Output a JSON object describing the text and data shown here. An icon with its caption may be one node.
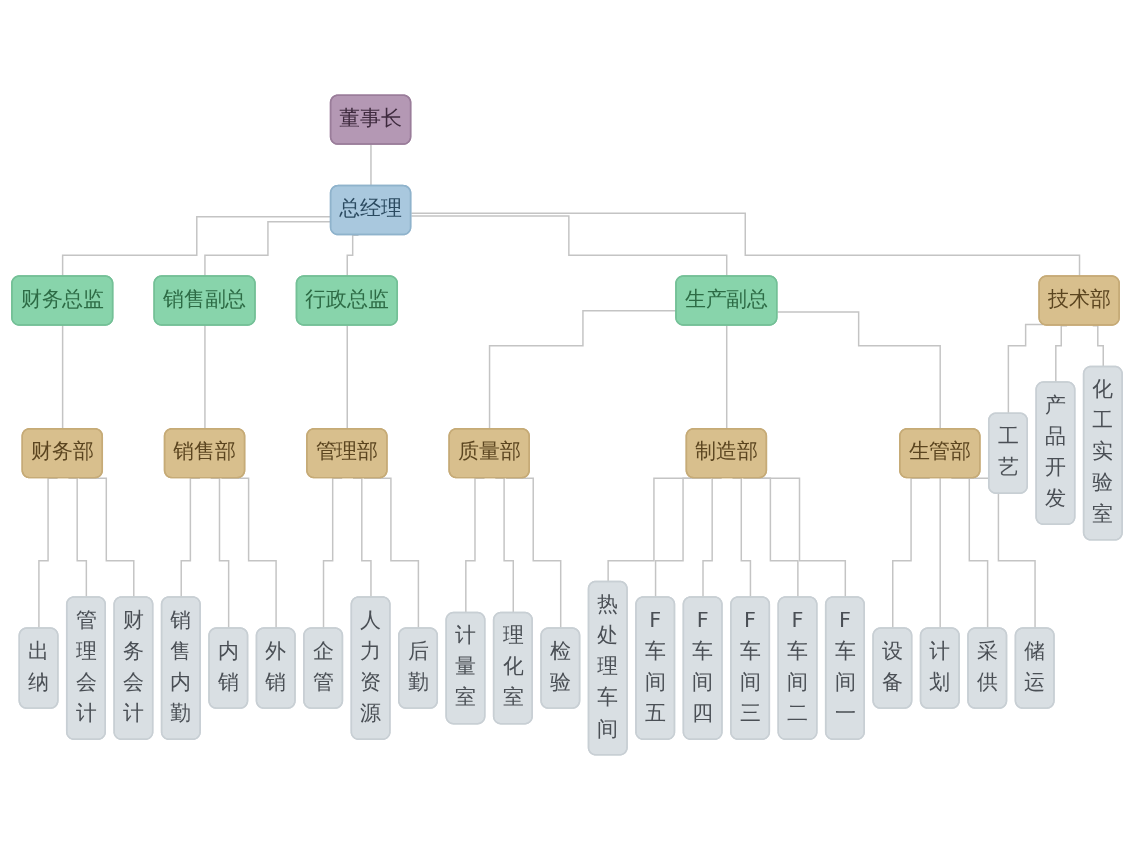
{
  "diagram": {
    "nodes": [
      {
        "text": [
          "董事长"
        ]
      },
      {
        "text": [
          "总经理"
        ]
      },
      {
        "text": [
          "财务总监"
        ]
      },
      {
        "text": [
          "销售副总"
        ]
      },
      {
        "text": [
          "行政总监"
        ]
      },
      {
        "text": [
          "生产副总"
        ]
      },
      {
        "text": [
          "财务部"
        ]
      },
      {
        "text": [
          "销售部"
        ]
      },
      {
        "text": [
          "管理部"
        ]
      },
      {
        "text": [
          "技术部"
        ]
      },
      {
        "text": [
          "质量部"
        ]
      },
      {
        "text": [
          "制造部"
        ]
      },
      {
        "text": [
          "生管部"
        ]
      },
      {
        "text": [
          "出纳"
        ]
      },
      {
        "text": [
          "管理会计"
        ]
      },
      {
        "text": [
          "财务会计"
        ]
      },
      {
        "text": [
          "销售内勤"
        ]
      },
      {
        "text": [
          "内销"
        ]
      },
      {
        "text": [
          "外销"
        ]
      },
      {
        "text": [
          "企管"
        ]
      },
      {
        "text": [
          "人力资源"
        ]
      },
      {
        "text": [
          "后勤"
        ]
      },
      {
        "text": [
          "工艺"
        ]
      },
      {
        "text": [
          "产品开发"
        ]
      },
      {
        "text": [
          "化工实验室"
        ]
      },
      {
        "text": [
          "计量室"
        ]
      },
      {
        "text": [
          "理化室"
        ]
      },
      {
        "text": [
          "检验"
        ]
      },
      {
        "text": [
          "热处理车间"
        ]
      },
      {
        "text": [
          "F车间五"
        ]
      },
      {
        "text": [
          "F车间四"
        ]
      },
      {
        "text": [
          "F车间三"
        ]
      },
      {
        "text": [
          "F车间二"
        ]
      },
      {
        "text": [
          "F车间一"
        ]
      },
      {
        "text": [
          "设备"
        ]
      },
      {
        "text": [
          "计划"
        ]
      },
      {
        "text": [
          "采供"
        ]
      },
      {
        "text": [
          "储运"
        ]
      }
    ],
    "edges": [
      {
        "from": 0,
        "to": 1,
        "arrow": "none"
      },
      {
        "from": 1,
        "to": 2,
        "arrow": "none"
      },
      {
        "from": 1,
        "to": 3,
        "arrow": "none"
      },
      {
        "from": 1,
        "to": 4,
        "arrow": "none"
      },
      {
        "from": 1,
        "to": 9,
        "arrow": "none"
      },
      {
        "from": 1,
        "to": 5,
        "arrow": "none"
      },
      {
        "from": 2,
        "to": 6,
        "arrow": "none"
      },
      {
        "from": 3,
        "to": 7,
        "arrow": "none"
      },
      {
        "from": 4,
        "to": 8,
        "arrow": "none"
      },
      {
        "from": 5,
        "to": 10,
        "arrow": "none"
      },
      {
        "from": 5,
        "to": 11,
        "arrow": "none"
      },
      {
        "from": 5,
        "to": 12,
        "arrow": "none"
      },
      {
        "from": 6,
        "to": 13,
        "arrow": "none"
      },
      {
        "from": 6,
        "to": 14,
        "arrow": "none"
      },
      {
        "from": 6,
        "to": 15,
        "arrow": "none"
      },
      {
        "from": 7,
        "to": 16,
        "arrow": "none"
      },
      {
        "from": 7,
        "to": 17,
        "arrow": "none"
      },
      {
        "from": 7,
        "to": 18,
        "arrow": "none"
      },
      {
        "from": 8,
        "to": 19,
        "arrow": "none"
      },
      {
        "from": 8,
        "to": 20,
        "arrow": "none"
      },
      {
        "from": 8,
        "to": 21,
        "arrow": "none"
      },
      {
        "from": 9,
        "to": 22,
        "arrow": "none"
      },
      {
        "from": 9,
        "to": 23,
        "arrow": "none"
      },
      {
        "from": 9,
        "to": 24,
        "arrow": "none"
      },
      {
        "from": 10,
        "to": 25,
        "arrow": "none"
      },
      {
        "from": 10,
        "to": 26,
        "arrow": "none"
      },
      {
        "from": 10,
        "to": 27,
        "arrow": "none"
      },
      {
        "from": 11,
        "to": 28,
        "arrow": "none"
      },
      {
        "from": 11,
        "to": 29,
        "arrow": "none"
      },
      {
        "from": 11,
        "to": 30,
        "arrow": "none"
      },
      {
        "from": 11,
        "to": 31,
        "arrow": "none"
      },
      {
        "from": 11,
        "to": 32,
        "arrow": "none"
      },
      {
        "from": 11,
        "to": 33,
        "arrow": "none"
      },
      {
        "from": 12,
        "to": 34,
        "arrow": "none"
      },
      {
        "from": 12,
        "to": 35,
        "arrow": "none"
      },
      {
        "from": 12,
        "to": 36,
        "arrow": "none"
      },
      {
        "from": 12,
        "to": 37,
        "arrow": "none"
      }
    ]
  }
}
